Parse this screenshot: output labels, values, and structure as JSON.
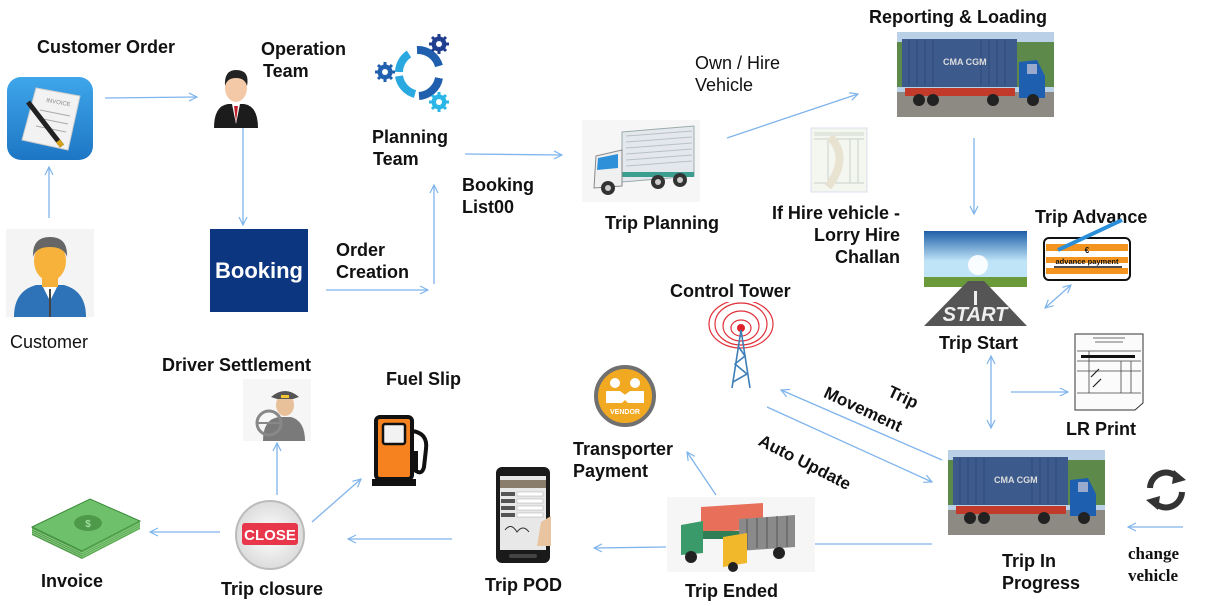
{
  "diagram": {
    "title": "Transport Management Process Flow",
    "arrow_color": "#7fb4ec",
    "nodes": [
      {
        "id": "customer",
        "label": "Customer",
        "icon": "customer-avatar-icon"
      },
      {
        "id": "customer_order",
        "label": "Customer Order",
        "icon": "invoice-document-icon"
      },
      {
        "id": "operation_team",
        "label_line1": "Operation",
        "label_line2": "Team",
        "icon": "businessman-icon"
      },
      {
        "id": "booking",
        "label": "Booking",
        "icon": "booking-logo-icon"
      },
      {
        "id": "planning_team",
        "label_line1": "Planning",
        "label_line2": "Team",
        "icon": "gears-icon"
      },
      {
        "id": "trip_planning",
        "label": "Trip Planning",
        "icon": "delivery-truck-icon"
      },
      {
        "id": "lorry_hire_challan",
        "label_line1": "If Hire vehicle -",
        "label_line2": "Lorry Hire",
        "label_line3": "Challan",
        "icon": "challan-form-icon"
      },
      {
        "id": "reporting_loading",
        "label": "Reporting & Loading",
        "icon": "container-truck-icon"
      },
      {
        "id": "trip_start",
        "label": "Trip Start",
        "icon": "start-road-icon"
      },
      {
        "id": "trip_advance",
        "label": "Trip Advance",
        "icon": "advance-payment-card-icon",
        "card_text": "advance payment",
        "currency": "€"
      },
      {
        "id": "lr_print",
        "label": "LR Print",
        "icon": "lorry-receipt-icon"
      },
      {
        "id": "control_tower",
        "label": "Control Tower",
        "icon": "radio-tower-icon"
      },
      {
        "id": "trip_in_progress",
        "label_line1": "Trip In",
        "label_line2": "Progress",
        "icon": "container-truck-icon"
      },
      {
        "id": "change_vehicle",
        "label_line1": "change",
        "label_line2": "vehicle",
        "icon": "refresh-icon"
      },
      {
        "id": "trip_ended",
        "label": "Trip Ended",
        "icon": "trucks-icon"
      },
      {
        "id": "transporter_payment",
        "label_line1": "Transporter",
        "label_line2": "Payment",
        "icon": "vendor-handshake-icon",
        "badge_text": "VENDOR"
      },
      {
        "id": "trip_pod",
        "label": "Trip POD",
        "icon": "mobile-pod-icon"
      },
      {
        "id": "trip_closure",
        "label": "Trip closure",
        "icon": "close-button-icon",
        "badge_text": "CLOSE"
      },
      {
        "id": "fuel_slip",
        "label": "Fuel Slip",
        "icon": "fuel-pump-icon"
      },
      {
        "id": "driver_settlement",
        "label": "Driver Settlement",
        "icon": "driver-icon"
      },
      {
        "id": "invoice",
        "label": "Invoice",
        "icon": "money-stack-icon"
      }
    ],
    "edge_labels": {
      "order_creation_1": "Order",
      "order_creation_2": "Creation",
      "booking_list_1": "Booking",
      "booking_list_2": "List00",
      "own_hire_1": "Own / Hire",
      "own_hire_2": "Vehicle",
      "trip_movement_1": "Trip",
      "trip_movement_2": "Movement",
      "auto_update": "Auto Update"
    },
    "container_text": "CMA CGM"
  }
}
